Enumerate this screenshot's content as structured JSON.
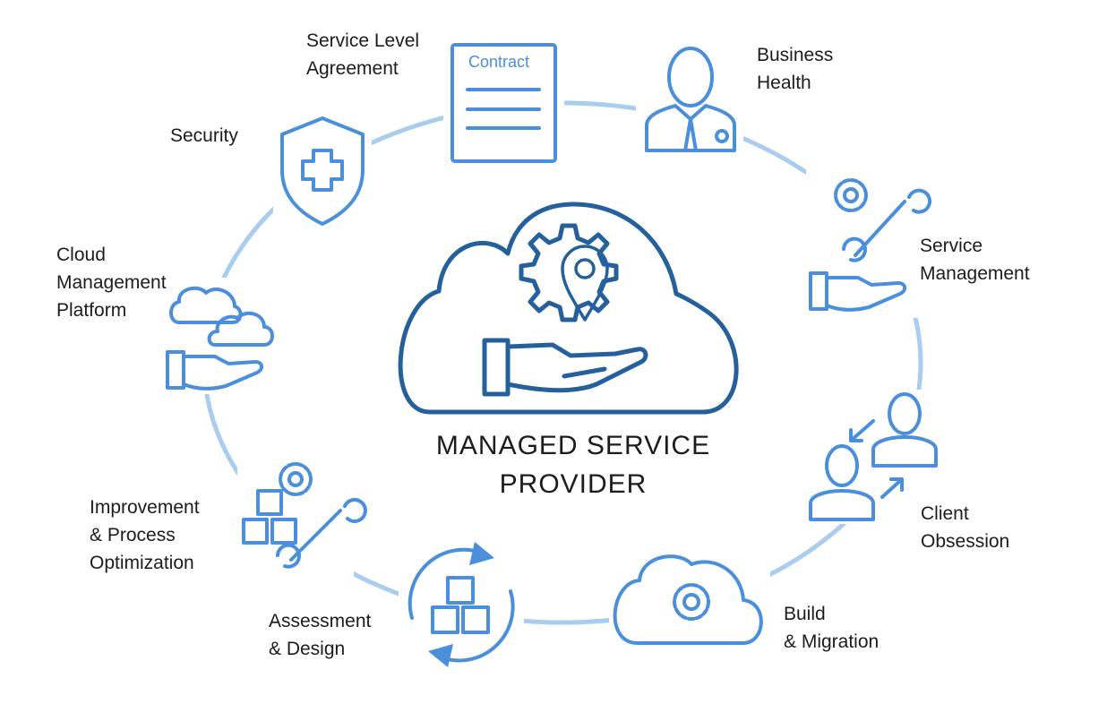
{
  "title": {
    "line1": "MANAGED SERVICE",
    "line2": "PROVIDER"
  },
  "nodes": {
    "sla": {
      "line1": "Service Level",
      "line2": "Agreement",
      "doc_label": "Contract"
    },
    "business_health": {
      "line1": "Business",
      "line2": "Health"
    },
    "security": {
      "line1": "Security"
    },
    "service_management": {
      "line1": "Service",
      "line2": "Management"
    },
    "cloud_platform": {
      "line1": "Cloud",
      "line2": "Management",
      "line3": "Platform"
    },
    "client_obsession": {
      "line1": "Client",
      "line2": "Obsession"
    },
    "improvement": {
      "line1": "Improvement",
      "line2": "& Process",
      "line3": "Optimization"
    },
    "assessment": {
      "line1": "Assessment",
      "line2": "& Design"
    },
    "build": {
      "line1": "Build",
      "line2": "& Migration"
    }
  },
  "colors": {
    "icon": "#4a8fdb",
    "ring": "#a9cdee",
    "center": "#24619c"
  }
}
